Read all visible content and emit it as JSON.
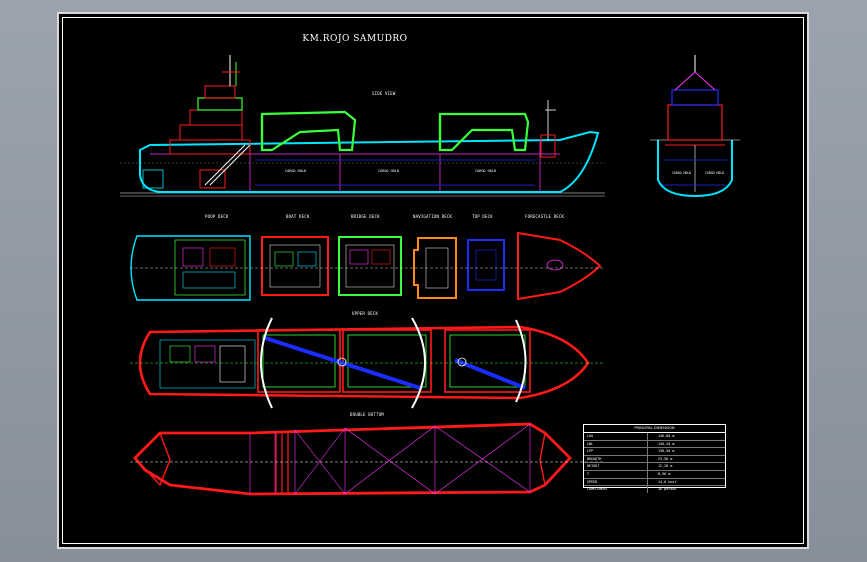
{
  "drawing": {
    "title": "KM.ROJO SAMUDRO",
    "views": {
      "side_view": "SIDE VIEW",
      "poop_deck": "POOP DECK",
      "boat_deck": "BOAT DECK",
      "bridge_deck": "BRIDGE DECK",
      "navigation_deck": "NAVIGATION DECK",
      "top_deck": "TOP DECK",
      "forecastle_deck": "FORECASTLE DECK",
      "upper_deck": "UPPER DECK",
      "double_bottom": "DOUBLE BOTTOM"
    },
    "table": {
      "header": "PRINCIPAL DIMENSION",
      "rows": [
        {
          "label": "LOA",
          "value": "146,80 m"
        },
        {
          "label": "LWL",
          "value": "140,20 m"
        },
        {
          "label": "LPP",
          "value": "138,50 m"
        },
        {
          "label": "BREADTH",
          "value": "23,50 m"
        },
        {
          "label": "HEIGHT",
          "value": "12,20 m"
        },
        {
          "label": "T",
          "value": "8,90 m"
        },
        {
          "label": "SPEED",
          "value": "14,0 knot"
        },
        {
          "label": "COMPLEMENT",
          "value": "26 person"
        }
      ]
    },
    "colors": {
      "background": "#000000",
      "hull_outline": "#00e5ff",
      "crane": "#3cff3c",
      "deck_red": "#ff1a1a",
      "hatch_blue": "#1a2cff",
      "bulkhead_magenta": "#ff33ff",
      "accommodation_orange": "#ff8a1a"
    }
  }
}
